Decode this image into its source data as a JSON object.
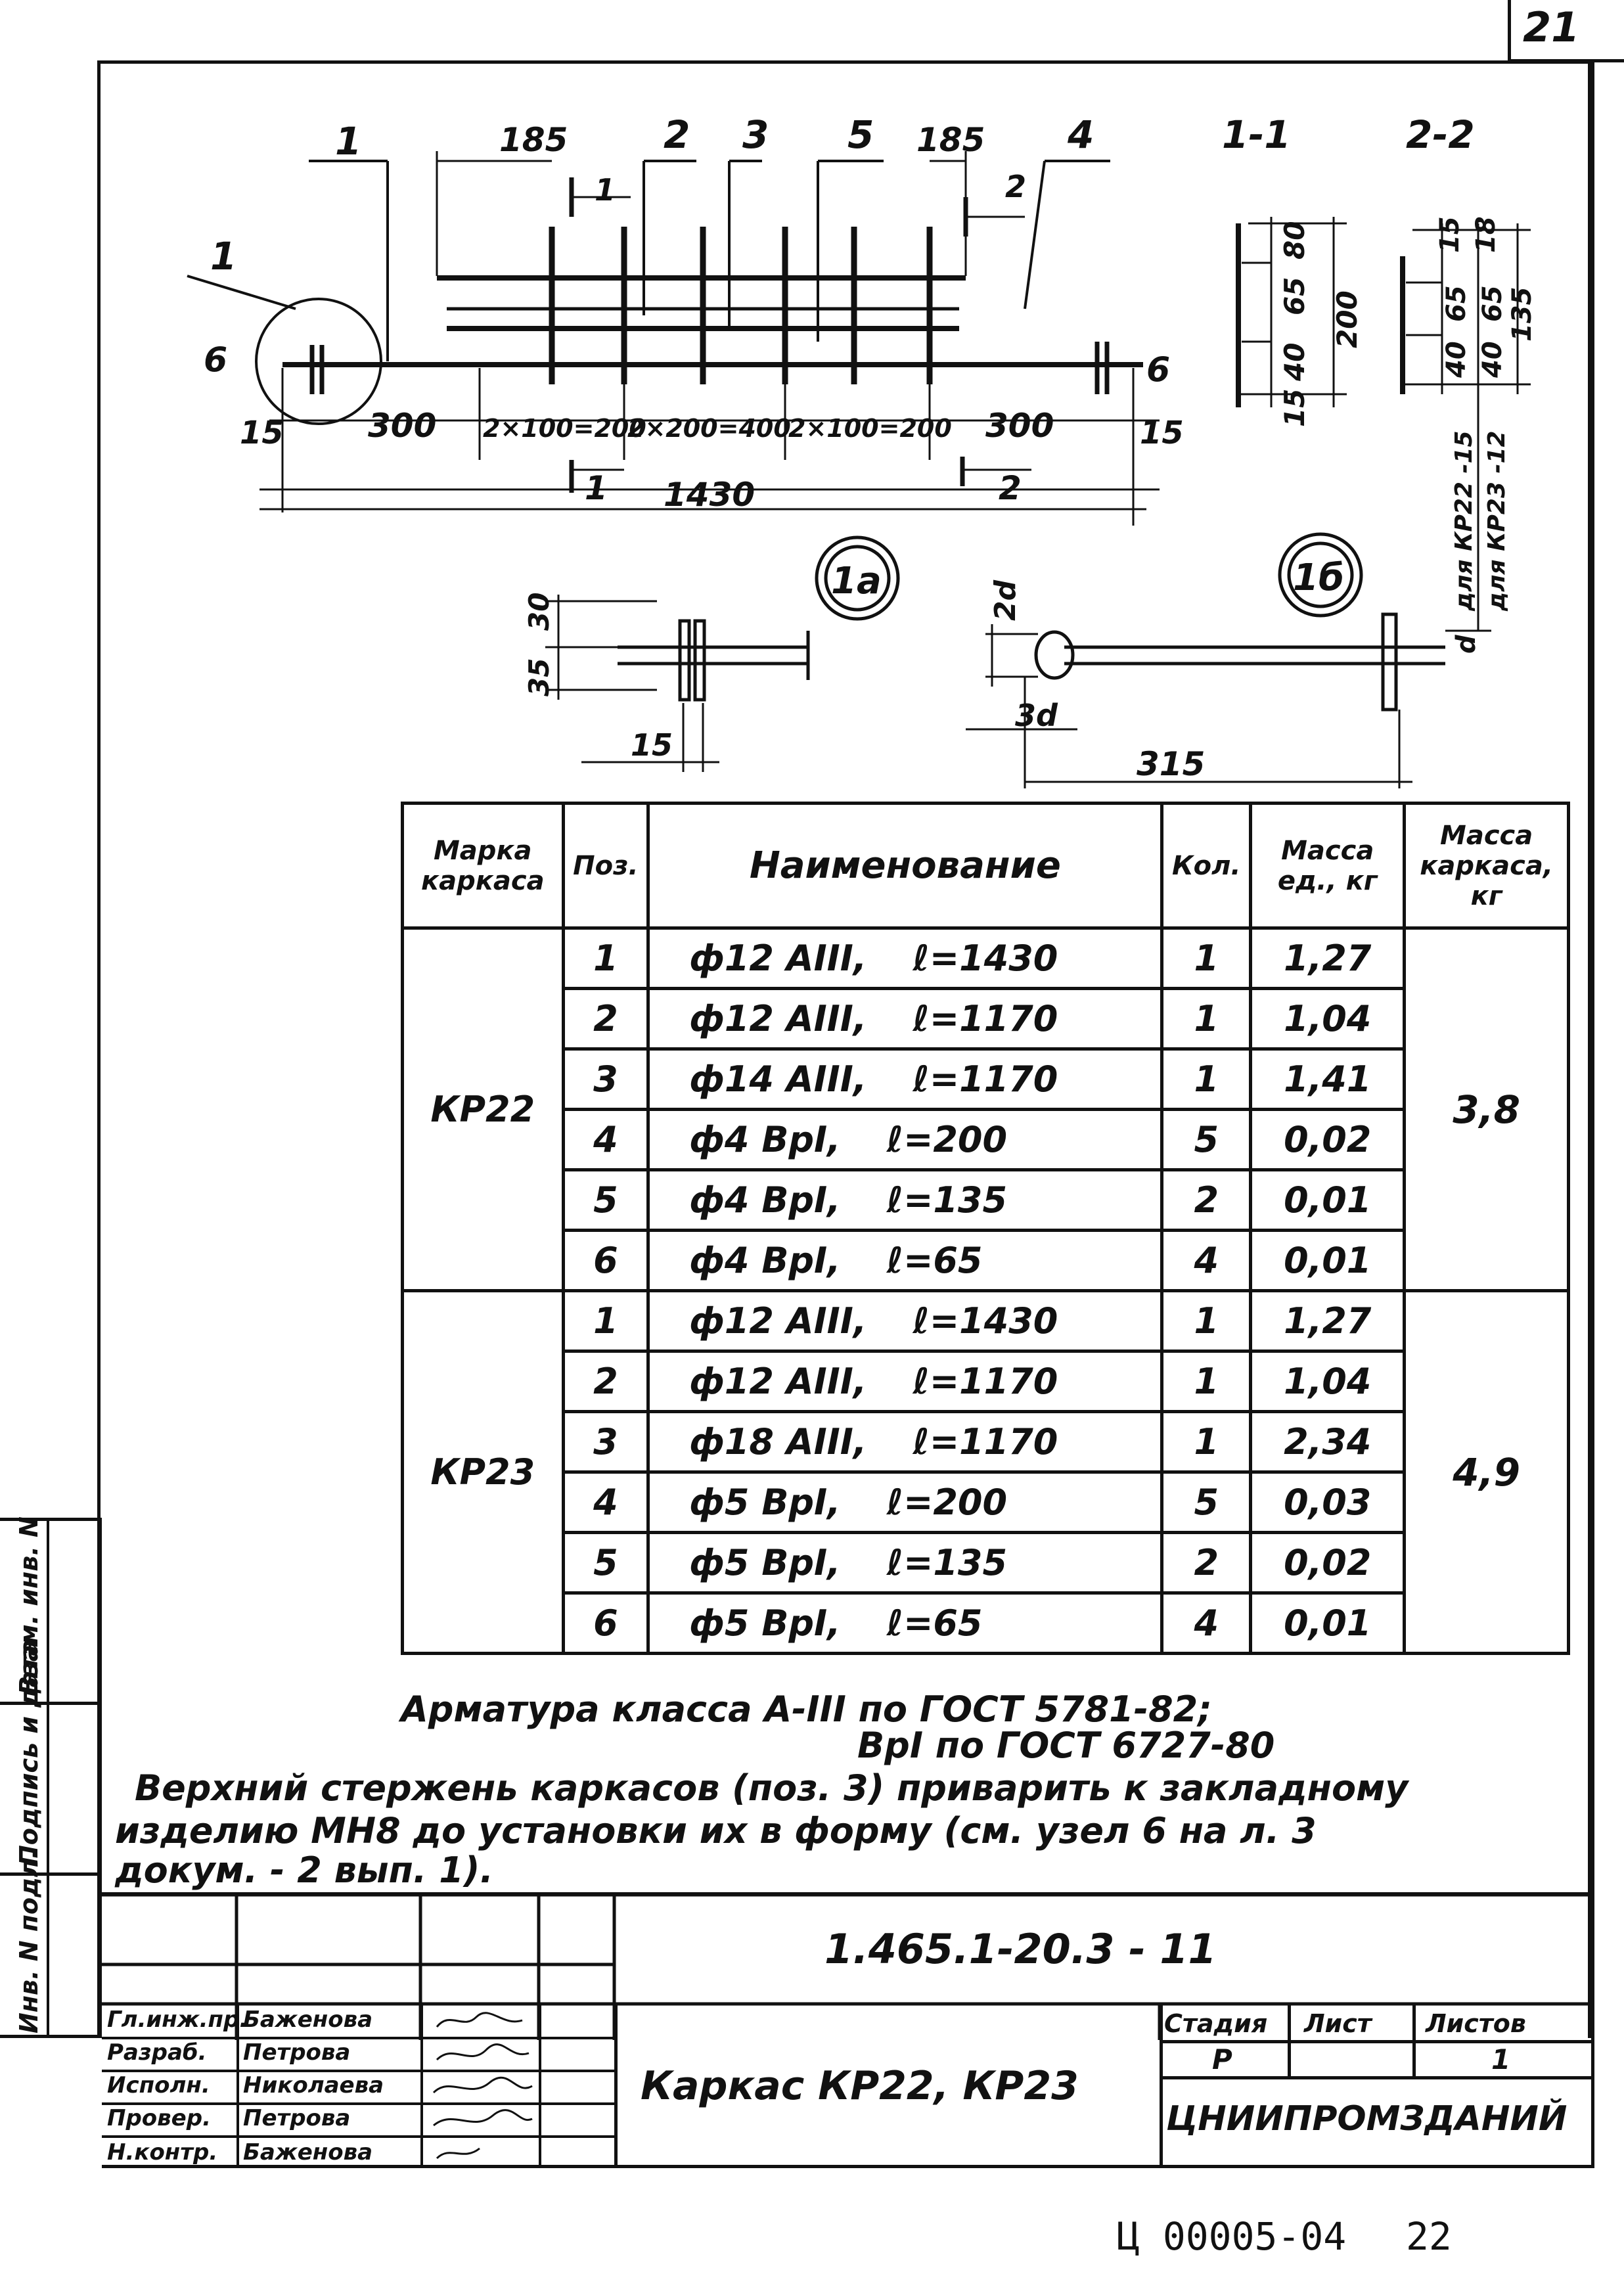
{
  "sheet": {
    "corner_number": "21",
    "footer_code": "Ц 00005-04",
    "footer_page": "22"
  },
  "drawing": {
    "callouts": [
      "1",
      "2",
      "3",
      "5",
      "4"
    ],
    "section_labels": [
      "1-1",
      "2-2"
    ],
    "dims": {
      "d185a": "185",
      "d185b": "185",
      "d300a": "300",
      "d300b": "300",
      "d15a": "15",
      "d15b": "15",
      "d6a": "6",
      "d6b": "6",
      "seg1": "2×100=200",
      "seg2": "2×200=400",
      "seg3": "2×100=200",
      "total": "1430",
      "cut1": "1",
      "cut2": "2",
      "s1_80": "80",
      "s1_65": "65",
      "s1_40": "40",
      "s1_200": "200",
      "s1_15": "15",
      "s2_15": "15",
      "s2_18": "18",
      "s2_65": "65",
      "s2_40a": "40",
      "s2_40b": "40",
      "s2_65b": "65",
      "s2_135": "135",
      "note_kr22": "для КР22 -15",
      "note_kr23": "для КР23 -12",
      "detail_a": "1а",
      "detail_b": "1б",
      "a_30": "30",
      "a_35": "35",
      "a_15": "15",
      "b_2d": "2d",
      "b_3d": "3d",
      "b_315": "315",
      "b_d": "d"
    }
  },
  "spec": {
    "headers": {
      "mark": "Марка каркаса",
      "pos": "Поз.",
      "name": "Наименование",
      "qty": "Кол.",
      "mass_unit": "Масса ед., кг",
      "mass_frame": "Масса каркаса, кг"
    },
    "groups": [
      {
        "mark": "КР22",
        "total": "3,8",
        "rows": [
          {
            "pos": "1",
            "name": "ф12 АIII,",
            "len": "ℓ=1430",
            "qty": "1",
            "mass": "1,27"
          },
          {
            "pos": "2",
            "name": "ф12 АIII,",
            "len": "ℓ=1170",
            "qty": "1",
            "mass": "1,04"
          },
          {
            "pos": "3",
            "name": "ф14 АIII,",
            "len": "ℓ=1170",
            "qty": "1",
            "mass": "1,41"
          },
          {
            "pos": "4",
            "name": "ф4 ВрI,",
            "len": "ℓ=200",
            "qty": "5",
            "mass": "0,02"
          },
          {
            "pos": "5",
            "name": "ф4 ВрI,",
            "len": "ℓ=135",
            "qty": "2",
            "mass": "0,01"
          },
          {
            "pos": "6",
            "name": "ф4 ВрI,",
            "len": "ℓ=65",
            "qty": "4",
            "mass": "0,01"
          }
        ]
      },
      {
        "mark": "КР23",
        "total": "4,9",
        "rows": [
          {
            "pos": "1",
            "name": "ф12 АIII,",
            "len": "ℓ=1430",
            "qty": "1",
            "mass": "1,27"
          },
          {
            "pos": "2",
            "name": "ф12 АIII,",
            "len": "ℓ=1170",
            "qty": "1",
            "mass": "1,04"
          },
          {
            "pos": "3",
            "name": "ф18 АIII,",
            "len": "ℓ=1170",
            "qty": "1",
            "mass": "2,34"
          },
          {
            "pos": "4",
            "name": "ф5 ВрI,",
            "len": "ℓ=200",
            "qty": "5",
            "mass": "0,03"
          },
          {
            "pos": "5",
            "name": "ф5 ВрI,",
            "len": "ℓ=135",
            "qty": "2",
            "mass": "0,02"
          },
          {
            "pos": "6",
            "name": "ф5 ВрI,",
            "len": "ℓ=65",
            "qty": "4",
            "mass": "0,01"
          }
        ]
      }
    ]
  },
  "notes": {
    "line1": "Арматура класса  А-III по ГОСТ 5781-82;",
    "line2": "ВрI  по ГОСТ 6727-80",
    "line3": "Верхний стержень каркасов (поз. 3) приварить к закладному",
    "line4": "изделию МН8 до установки их в форму (см. узел 6 на л. 3",
    "line5": "докум. - 2 вып. 1)."
  },
  "side_labels": {
    "inv_podl": "Инв. N подл.",
    "podpis": "Подпись и дата",
    "vzam": "Взам. инв. N"
  },
  "title_block": {
    "doc_code": "1.465.1-20.3 - 11",
    "title": "Каркас КР22, КР23",
    "stage_h": "Стадия",
    "sheet_h": "Лист",
    "sheets_h": "Листов",
    "stage": "Р",
    "sheet": "",
    "sheets": "1",
    "org": "ЦНИИПРОМЗДАНИЙ",
    "roles": [
      {
        "role": "Гл.инж.пр.",
        "name": "Баженова"
      },
      {
        "role": "Разраб.",
        "name": "Петрова"
      },
      {
        "role": "Исполн.",
        "name": "Николаева"
      },
      {
        "role": "Провер.",
        "name": "Петрова"
      },
      {
        "role": "Н.контр.",
        "name": "Баженова"
      }
    ]
  }
}
